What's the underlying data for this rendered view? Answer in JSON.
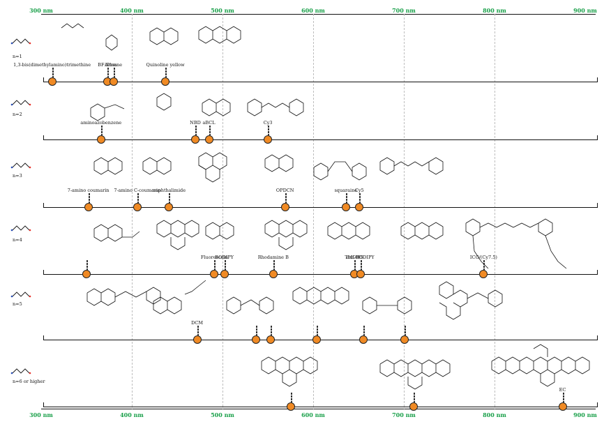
{
  "axis": {
    "ticks": [
      {
        "nm": 300,
        "label": "300 nm"
      },
      {
        "nm": 400,
        "label": "400 nm"
      },
      {
        "nm": 500,
        "label": "500 nm"
      },
      {
        "nm": 600,
        "label": "600 nm"
      },
      {
        "nm": 700,
        "label": "700 nm"
      },
      {
        "nm": 800,
        "label": "800 nm"
      },
      {
        "nm": 900,
        "label": "900 nm"
      }
    ]
  },
  "colors": {
    "marker": "#f08a24",
    "axis_text": "#1aa04a",
    "donor": "#2a4fb8",
    "acceptor": "#e5322b"
  },
  "rows": [
    {
      "n_label": "n=1",
      "dyes": [
        {
          "name": "1,3-bis(dimethylamino)trimethine",
          "nm": 312
        },
        {
          "name": "BF₂Dbm",
          "nm": 373
        },
        {
          "name": "bimane",
          "nm": 380
        },
        {
          "name": "Quinoline yellow",
          "nm": 437
        }
      ]
    },
    {
      "n_label": "n=2",
      "dyes": [
        {
          "name": "aminoazobenzene",
          "nm": 366
        },
        {
          "name": "NBD",
          "nm": 470
        },
        {
          "name": "aBCL",
          "nm": 485
        },
        {
          "name": "Cy3",
          "nm": 550
        }
      ]
    },
    {
      "n_label": "n=3",
      "dyes": [
        {
          "name": "7-amino coumarin",
          "nm": 352
        },
        {
          "name": "7-amino C-coumarin",
          "nm": 406
        },
        {
          "name": "naphthalimide",
          "nm": 441
        },
        {
          "name": "OPDCN",
          "nm": 569
        },
        {
          "name": "squaraine",
          "nm": 636
        },
        {
          "name": "Cy5",
          "nm": 651
        }
      ]
    },
    {
      "n_label": "n=4",
      "dyes": [
        {
          "name": "",
          "nm": 350
        },
        {
          "name": "Fluorescein",
          "nm": 491
        },
        {
          "name": "BODIPY",
          "nm": 502
        },
        {
          "name": "Rhodamine B",
          "nm": 556
        },
        {
          "name": "TMDHS",
          "nm": 645
        },
        {
          "name": "aza-BODIPY",
          "nm": 652
        },
        {
          "name": "ICG/(Cy7.5)",
          "nm": 788
        }
      ]
    },
    {
      "n_label": "n=5",
      "dyes": [
        {
          "name": "DCM",
          "nm": 472
        },
        {
          "name": "",
          "nm": 537
        },
        {
          "name": "",
          "nm": 553
        },
        {
          "name": "",
          "nm": 604
        },
        {
          "name": "",
          "nm": 655
        },
        {
          "name": "",
          "nm": 701
        }
      ]
    },
    {
      "n_label": "n=6 or higher",
      "dyes": [
        {
          "name": "",
          "nm": 575
        },
        {
          "name": "",
          "nm": 711
        },
        {
          "name": "EC",
          "nm": 875
        }
      ]
    }
  ]
}
